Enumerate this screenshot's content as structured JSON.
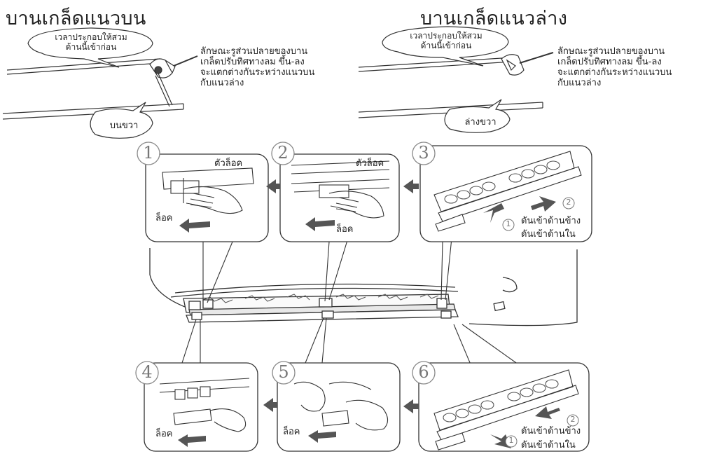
{
  "titles": {
    "upper": "บานเกล็ดแนวบน",
    "lower": "บานเกล็ดแนวล่าง"
  },
  "callouts": {
    "assemble_first_line1": "เวลาประกอบให้สวม",
    "assemble_first_line2": "ด้านนี้เข้าก่อน",
    "upper_right": "บนขวา",
    "lower_right": "ล่างขวา",
    "end_note_lines": [
      "ลักษณะรูส่วนปลายของบาน",
      "เกล็ดปรับทิศทางลม ขึ้น-ลง",
      "จะแตกต่างกันระหว่างแนวบน",
      "กับแนวล่าง"
    ]
  },
  "steps": [
    {
      "num": "1",
      "labels": {
        "lock_tab": "ตัวล็อค",
        "lock": "ล็อค"
      }
    },
    {
      "num": "2",
      "labels": {
        "lock_tab": "ตัวล็อค",
        "lock": "ล็อค"
      }
    },
    {
      "num": "3",
      "labels": {
        "push_side": "ดันเข้าด้านข้าง",
        "push_in": "ดันเข้าด้านใน",
        "sub1": "1",
        "sub2": "2"
      }
    },
    {
      "num": "4",
      "labels": {
        "lock": "ล็อค"
      }
    },
    {
      "num": "5",
      "labels": {
        "lock": "ล็อค"
      }
    },
    {
      "num": "6",
      "labels": {
        "push_side": "ดันเข้าด้านข้าง",
        "push_in": "ดันเข้าด้านใน",
        "sub1": "1",
        "sub2": "2"
      }
    }
  ]
}
